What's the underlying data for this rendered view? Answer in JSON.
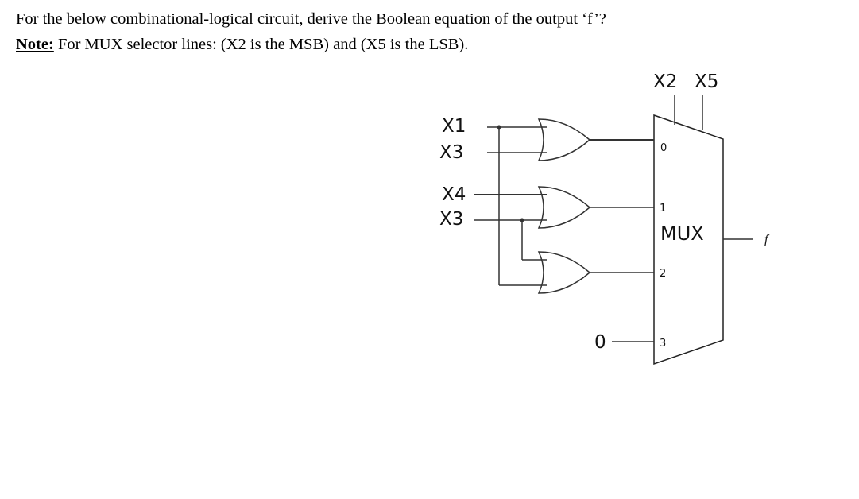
{
  "question": {
    "line1": "For the below combinational-logical circuit, derive the Boolean equation of the output ‘f’?",
    "note_label": "Note:",
    "note_text": " For MUX selector lines: (X2 is the MSB) and (X5 is the LSB)."
  },
  "circuit": {
    "selectors": [
      "X2",
      "X5"
    ],
    "inputs": [
      "X1",
      "X3",
      "X4",
      "X3"
    ],
    "mux_label": "MUX",
    "mux_ports": [
      "0",
      "1",
      "2",
      "3"
    ],
    "constant_input": "0",
    "output_label": "f",
    "gates": [
      "or-gate",
      "or-gate",
      "or-gate"
    ]
  }
}
